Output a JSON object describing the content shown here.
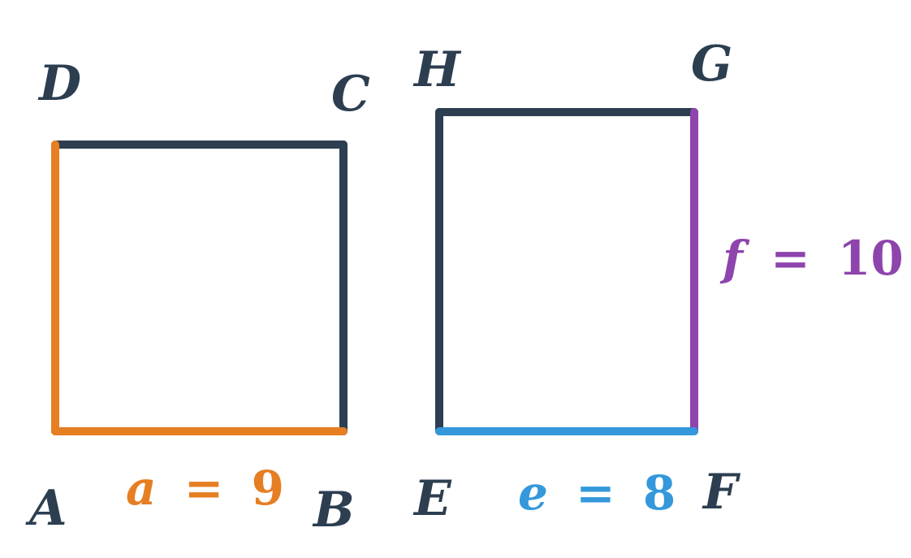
{
  "colors": {
    "dark": "#2c3e50",
    "orange": "#e67e22",
    "blue": "#3498db",
    "purple": "#8e44ad"
  },
  "square1": {
    "vertices": {
      "a": "A",
      "b": "B",
      "c": "C",
      "d": "D"
    },
    "measure": {
      "variable": "a",
      "equals": "=",
      "value": "9"
    }
  },
  "square2": {
    "vertices": {
      "e": "E",
      "f": "F",
      "g": "G",
      "h": "H"
    },
    "bottom_measure": {
      "variable": "e",
      "equals": "=",
      "value": "8"
    },
    "right_measure": {
      "variable": "f",
      "equals": "=",
      "value": "10"
    }
  }
}
